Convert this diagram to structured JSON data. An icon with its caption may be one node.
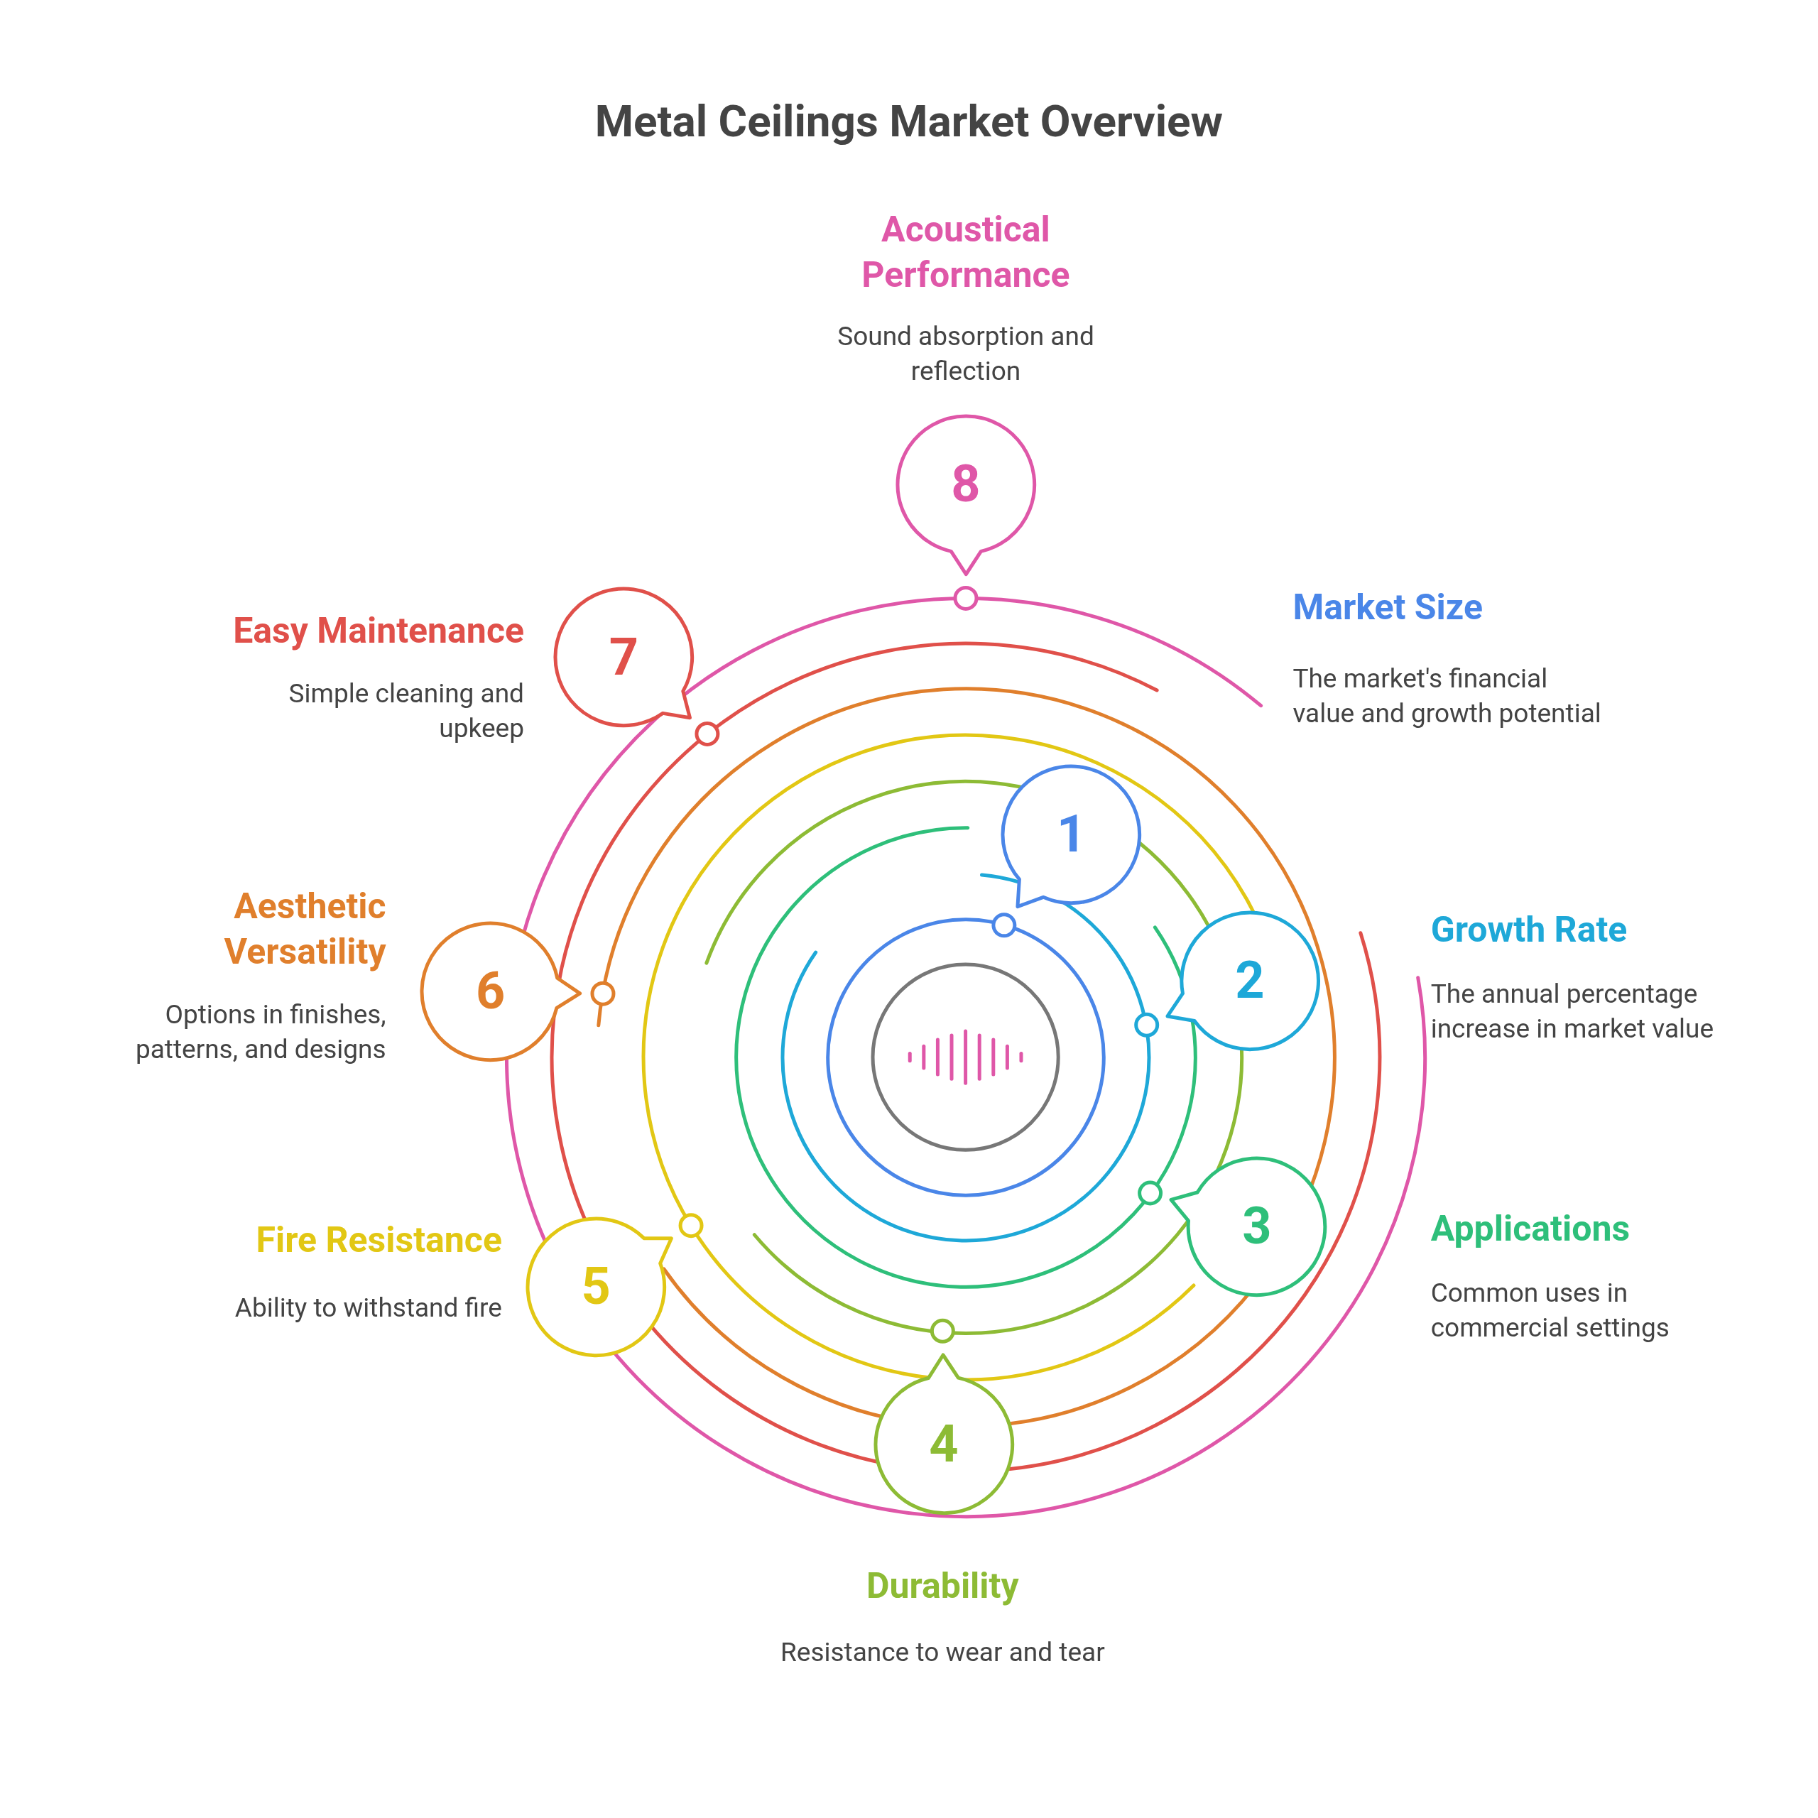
{
  "diagram": {
    "title": "Metal Ceilings Market Overview",
    "nodes": [
      {
        "text": [
          "1"
        ],
        "beside": [
          "Market Size",
          "The market's financial value and growth potential"
        ]
      },
      {
        "text": [
          "2"
        ],
        "beside": [
          "Growth Rate",
          "The annual percentage increase in market value"
        ]
      },
      {
        "text": [
          "3"
        ],
        "beside": [
          "Applications",
          "Common uses in commercial settings"
        ]
      },
      {
        "text": [
          "4"
        ],
        "beside": [
          "Durability",
          "Resistance to wear and tear"
        ]
      },
      {
        "text": [
          "5"
        ],
        "beside": [
          "Fire Resistance",
          "Ability to withstand fire"
        ]
      },
      {
        "text": [
          "6"
        ],
        "beside": [
          "Aesthetic Versatility",
          "Options in finishes, patterns, and designs"
        ]
      },
      {
        "text": [
          "7"
        ],
        "beside": [
          "Easy Maintenance",
          "Simple cleaning and upkeep"
        ]
      },
      {
        "text": [
          "8"
        ],
        "beside": [
          "Acoustical Performance",
          "Sound absorption and reflection"
        ]
      },
      {
        "text": [],
        "shape": "circle"
      }
    ]
  }
}
